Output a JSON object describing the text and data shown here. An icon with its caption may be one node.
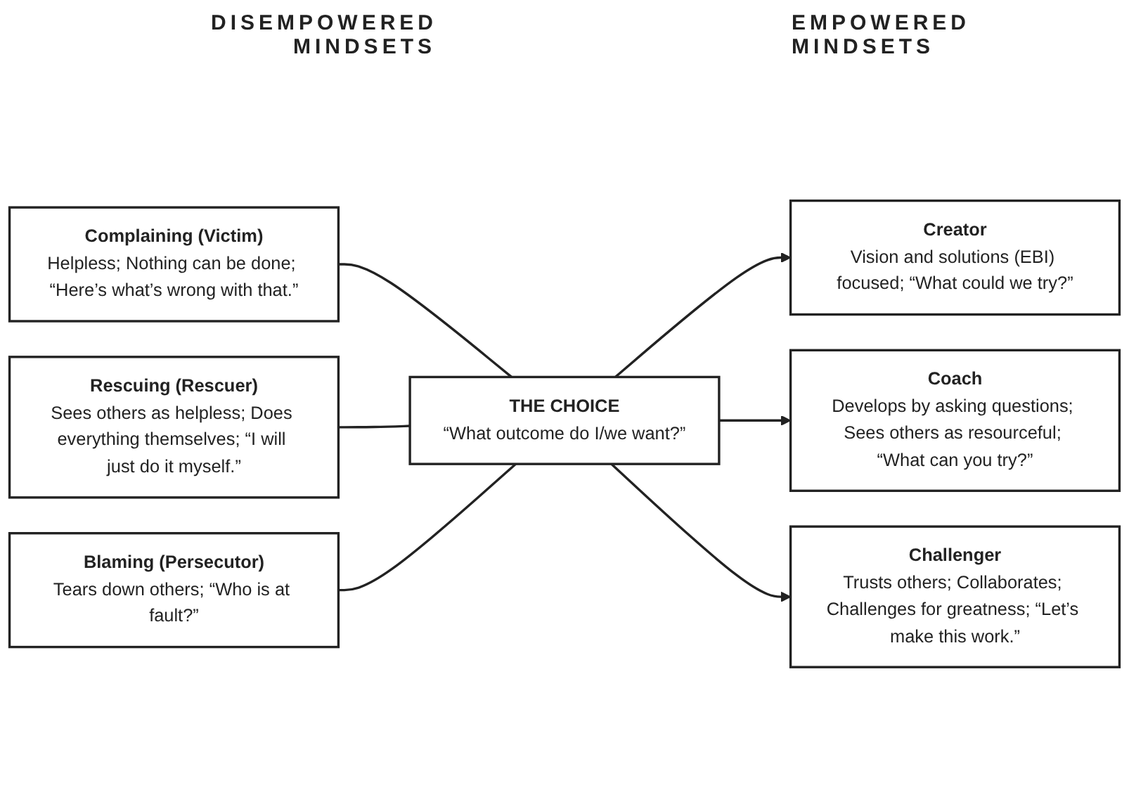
{
  "diagram": {
    "nodes": [
      {
        "text": [
          "Complaining (Victim)",
          "Helpless; Nothing can be done; “Here’s what’s wrong with that.”"
        ]
      },
      {
        "text": [
          "Rescuing (Rescuer)",
          "Sees others as helpless; Does everything themselves; “I will just do it myself.”"
        ]
      },
      {
        "text": [
          "Blaming (Persecutor)",
          "Tears down others; “Who is at fault?”"
        ]
      },
      {
        "text": [
          "THE CHOICE",
          "“What outcome do I/we want?”"
        ]
      },
      {
        "text": [
          "Creator",
          "Vision and solutions (EBI) focused; “What could we try?”"
        ]
      },
      {
        "text": [
          "Coach",
          "Develops by asking questions; Sees others as resourceful; “What can you try?”"
        ]
      },
      {
        "text": [
          "Challenger",
          "Trusts others; Collaborates; Challenges for greatness; “Let’s make this work.”"
        ]
      }
    ],
    "edges": [
      {
        "from": 0,
        "to": 3,
        "arrow": "none"
      },
      {
        "from": 1,
        "to": 3,
        "arrow": "none"
      },
      {
        "from": 2,
        "to": 3,
        "arrow": "none"
      },
      {
        "from": 3,
        "to": 4,
        "arrow": "to"
      },
      {
        "from": 3,
        "to": 5,
        "arrow": "to"
      },
      {
        "from": 3,
        "to": 6,
        "arrow": "to"
      }
    ],
    "labels": [
      "DISEMPOWERED MINDSETS",
      "EMPOWERED MINDSETS"
    ]
  }
}
